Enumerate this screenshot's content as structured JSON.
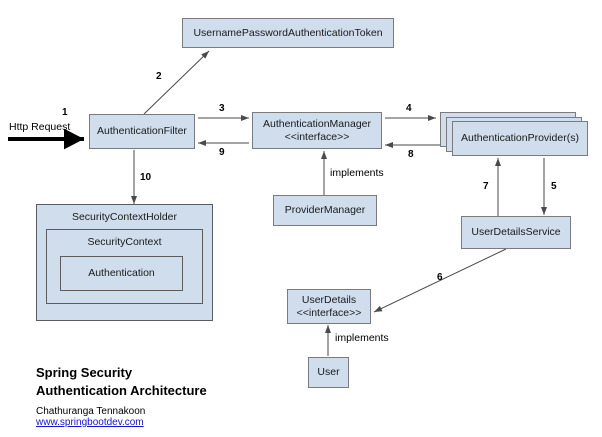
{
  "diagram": {
    "title_line1": "Spring Security",
    "title_line2": "Authentication Architecture",
    "author": "Chathuranga Tennakoon",
    "website": "www.springbootdev.com",
    "accent_fill": "#cfdded",
    "border_color": "#7b7b7b",
    "link_color": "#1414d2"
  },
  "nodes": {
    "token": {
      "label": "UsernamePasswordAuthenticationToken"
    },
    "auth_filter": {
      "label": "AuthenticationFilter"
    },
    "auth_manager": {
      "line1": "AuthenticationManager",
      "line2": "<<interface>>"
    },
    "auth_provider": {
      "label": "AuthenticationProvider(s)"
    },
    "provider_manager": {
      "label": "ProviderManager"
    },
    "user_details_service": {
      "label": "UserDetailsService"
    },
    "user_details": {
      "line1": "UserDetails",
      "line2": "<<interface>>"
    },
    "user": {
      "label": "User"
    },
    "security_context_holder": {
      "label": "SecurityContextHolder"
    },
    "security_context": {
      "label": "SecurityContext"
    },
    "authentication": {
      "label": "Authentication"
    }
  },
  "edges": {
    "http_request": "Http Request",
    "n1": "1",
    "n2": "2",
    "n3": "3",
    "n4": "4",
    "n5": "5",
    "n6": "6",
    "n7": "7",
    "n8": "8",
    "n9": "9",
    "n10": "10",
    "implements_manager": "implements",
    "implements_user": "implements"
  }
}
